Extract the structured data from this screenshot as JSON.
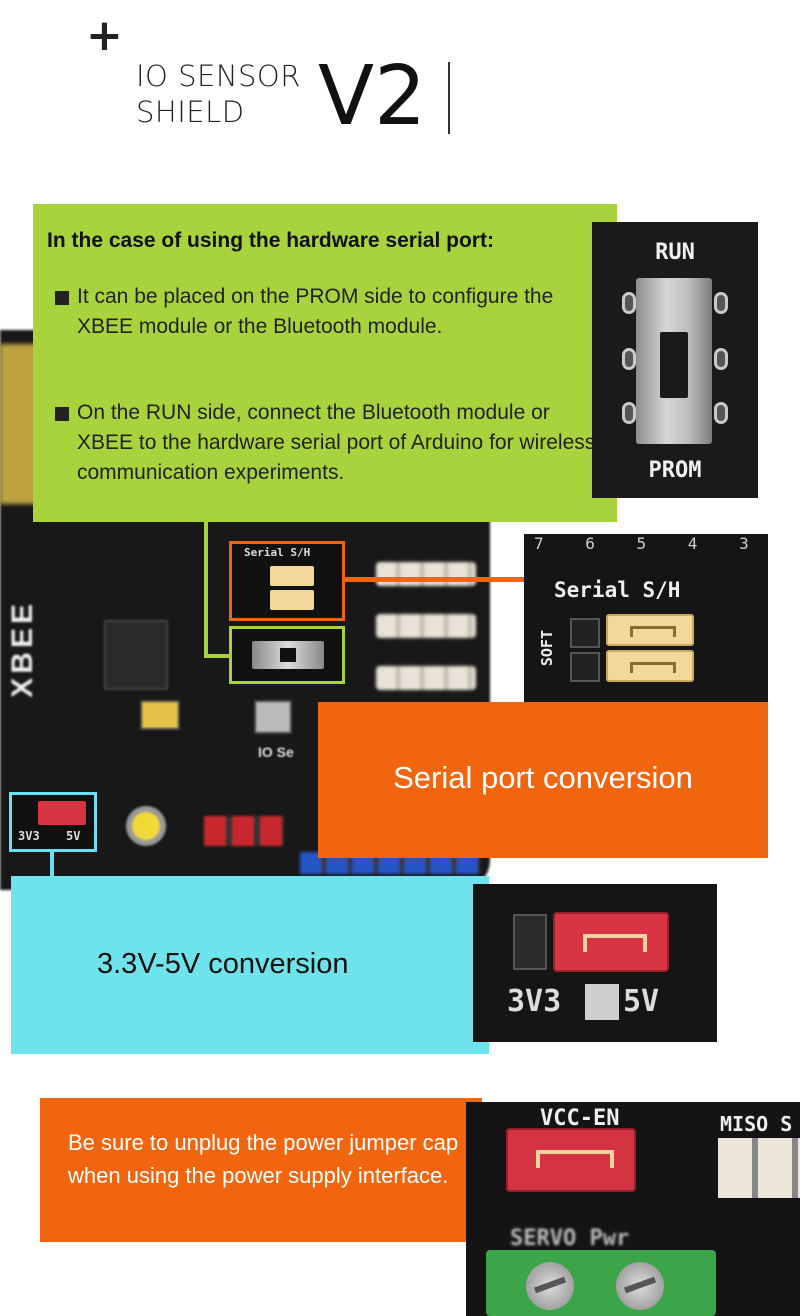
{
  "header": {
    "plus": "+",
    "title_line1": "IO SENSOR",
    "title_line2": "SHIELD",
    "version": "V2"
  },
  "hardware_serial": {
    "heading": "In the case of using the hardware serial port:",
    "bullets": [
      "It can be placed on the PROM side to configure the XBEE module or the Bluetooth module.",
      "On the RUN side, connect the Bluetooth module or XBEE to the hardware serial port of Arduino for wireless communication experiments."
    ]
  },
  "switch_image": {
    "top_label": "RUN",
    "bottom_label": "PROM"
  },
  "serial_image": {
    "digits": "7 6 5 4 3",
    "label": "Serial S/H",
    "side_label": "SOFT"
  },
  "serial_conversion": {
    "label": "Serial port conversion"
  },
  "voltage_conversion": {
    "label": "3.3V-5V conversion",
    "left_mark": "3V3",
    "right_mark": "5V"
  },
  "power_note": {
    "text": "Be sure to unplug the power jumper cap when using the power supply interface.",
    "vcc_label": "VCC-EN",
    "miso_label": "MISO S",
    "servo_label": "SERVO Pwr"
  },
  "board": {
    "side_text": "XBEE",
    "io_text": "IO Se"
  },
  "colors": {
    "green": "#a8d33c",
    "orange": "#f0650d",
    "cyan": "#6ee3ec"
  }
}
